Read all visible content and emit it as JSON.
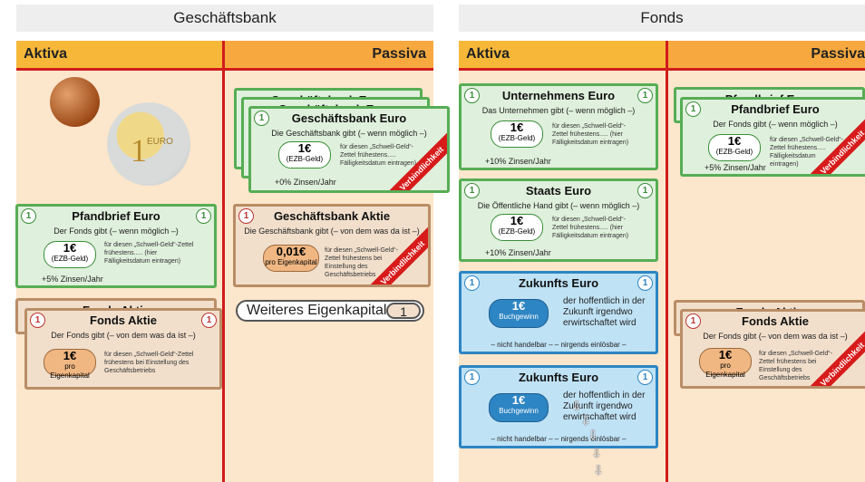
{
  "bank": {
    "title": "Geschäftsbank",
    "aktiva": "Aktiva",
    "passiva": "Passiva",
    "coin_big_text": "1",
    "coin_big_sub": "EURO",
    "weiteres": "Weiteres Eigenkapital",
    "weiteres_count": "1"
  },
  "fonds": {
    "title": "Fonds",
    "aktiva": "Aktiva",
    "passiva": "Passiva"
  },
  "notes": {
    "pfandbrief_bank": {
      "num": "1",
      "title": "Pfandbrief Euro",
      "sub": "Der Fonds gibt (– wenn möglich –)",
      "value1": "1€",
      "value2": "(EZB-Geld)",
      "text": "für diesen „Schwell-Geld“-Zettel frühestens..... (hier Fälligkeitsdatum eintragen)",
      "interest": "+5% Zinsen/Jahr"
    },
    "fonds_aktie_bank_back": {
      "title": "Fonds Aktie"
    },
    "fonds_aktie_bank": {
      "num": "1",
      "title": "Fonds Aktie",
      "sub": "Der Fonds gibt (– von dem was da ist –)",
      "value1": "1€",
      "value2": "pro Eigenkapital",
      "text": "für diesen „Schwell-Geld“-Zettel frühestens bei Einstellung des Geschäftsbetriebs"
    },
    "gb_euro_back1": {
      "title": "Geschäftsbank Euro"
    },
    "gb_euro_back2": {
      "title": "Geschäftsbank Euro"
    },
    "gb_euro": {
      "num": "1",
      "title": "Geschäftsbank Euro",
      "sub": "Die Geschäftsbank gibt (– wenn möglich –)",
      "value1": "1€",
      "value2": "(EZB-Geld)",
      "text": "für diesen „Schwell-Geld“-Zettel frühestens..... Fälligkeitsdatum eintragen)",
      "interest": "+0% Zinsen/Jahr",
      "ribbon": "Verbindlichkeit"
    },
    "gb_aktie": {
      "num": "1",
      "title": "Geschäftsbank Aktie",
      "sub": "Die Geschäftsbank gibt (– von dem was da ist –)",
      "value1": "0,01€",
      "value2": "pro Eigenkapital",
      "text": "für diesen „Schwell-Geld“-Zettel frühestens bei Einstellung des Geschäftsbetriebs",
      "ribbon": "Verbindlichkeit"
    },
    "unternehmens_euro": {
      "num": "1",
      "title": "Unternehmens Euro",
      "sub": "Das Unternehmen gibt (– wenn möglich –)",
      "value1": "1€",
      "value2": "(EZB-Geld)",
      "text": "für diesen „Schwell-Geld“-Zettel frühestens..... (hier Fälligkeitsdatum eintragen)",
      "interest": "+10% Zinsen/Jahr"
    },
    "staats_euro": {
      "num": "1",
      "title": "Staats Euro",
      "sub": "Die Öffentliche Hand gibt (– wenn möglich –)",
      "value1": "1€",
      "value2": "(EZB-Geld)",
      "text": "für diesen „Schwell-Geld“-Zettel frühestens..... (hier Fälligkeitsdatum eintragen)",
      "interest": "+10% Zinsen/Jahr"
    },
    "zukunfts_euro_1": {
      "num": "1",
      "title": "Zukunfts Euro",
      "value1": "1€",
      "value2": "Buchgewinn",
      "text": "der hoffentlich in der Zukunft irgendwo erwirtschaftet wird",
      "foot": "– nicht handelbar –   – nirgends einlösbar –"
    },
    "zukunfts_euro_2": {
      "num": "1",
      "title": "Zukunfts Euro",
      "value1": "1€",
      "value2": "Buchgewinn",
      "text": "der hoffentlich in der Zukunft irgendwo erwirtschaftet wird",
      "foot": "– nicht handelbar –   – nirgends einlösbar –"
    },
    "pfandbrief_fonds_back": {
      "title": "Pfandbrief Euro"
    },
    "pfandbrief_fonds": {
      "num": "1",
      "title": "Pfandbrief Euro",
      "sub": "Der Fonds gibt (– wenn möglich –)",
      "value1": "1€",
      "value2": "(EZB-Geld)",
      "text": "für diesen „Schwell-Geld“-Zettel frühestens..... Fälligkeitsdatum eintragen)",
      "interest": "+5% Zinsen/Jahr",
      "ribbon": "Verbindlichkeit"
    },
    "fonds_aktie_fonds_back": {
      "title": "Fonds Aktie"
    },
    "fonds_aktie_fonds": {
      "num": "1",
      "title": "Fonds Aktie",
      "sub": "Der Fonds gibt (– von dem was da ist –)",
      "value1": "1€",
      "value2": "pro Eigenkapital",
      "text": "für diesen „Schwell-Geld“-Zettel frühestens bei Einstellung des Geschäftsbetriebs",
      "ribbon": "Verbindlichkeit"
    }
  },
  "arrows": "⇩"
}
